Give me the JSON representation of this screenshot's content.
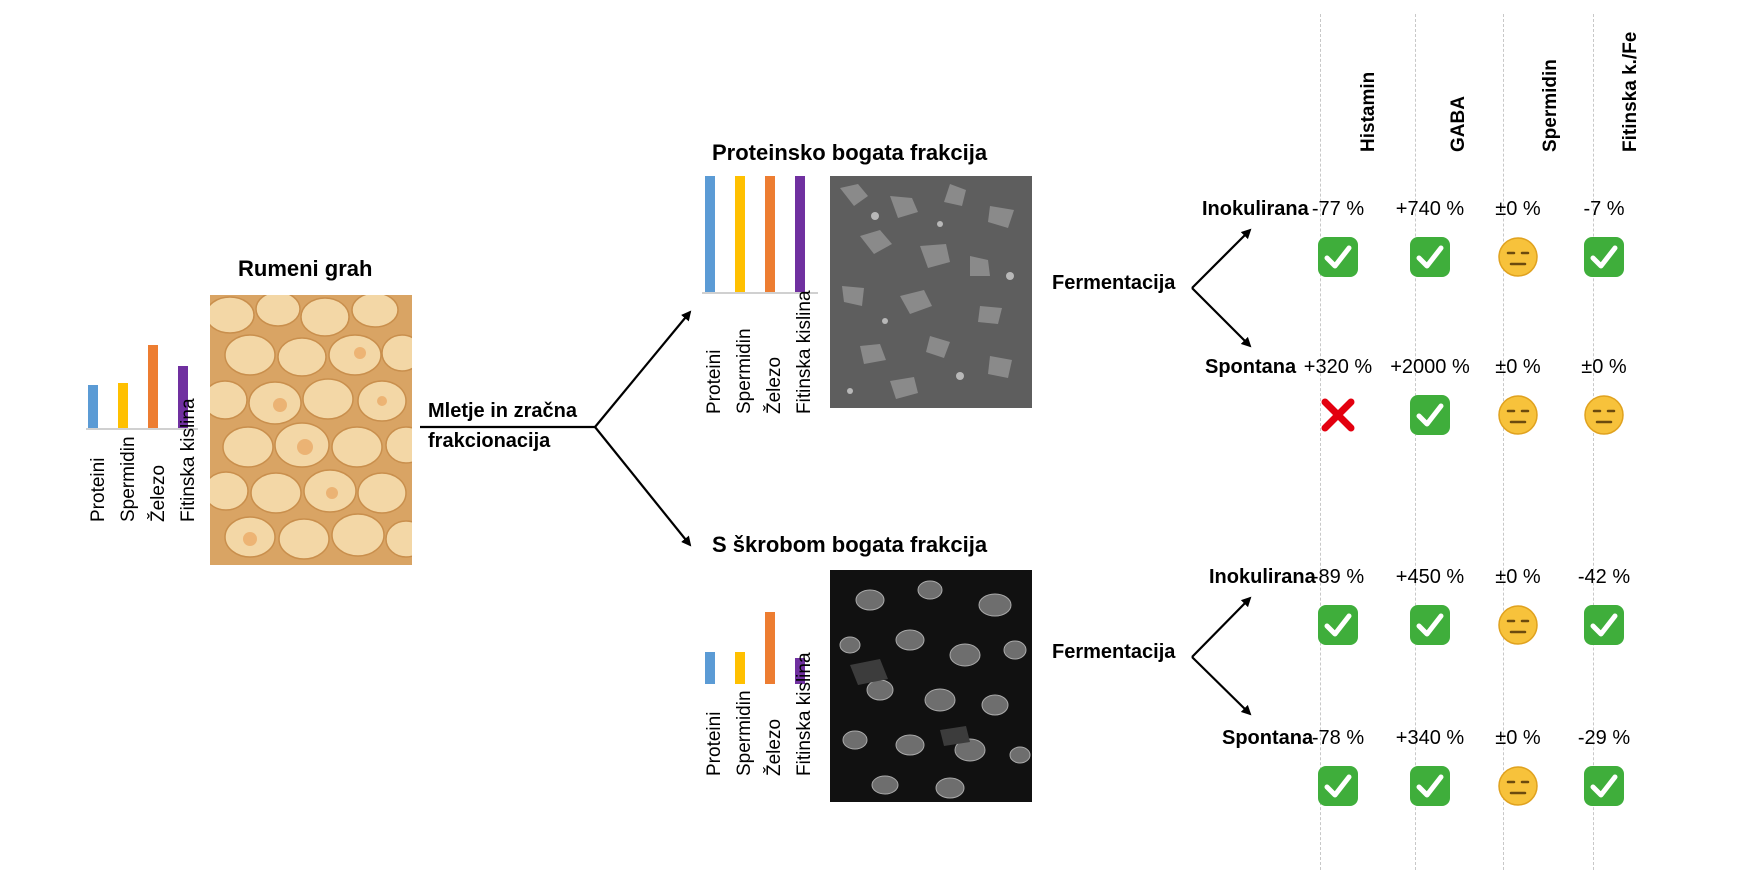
{
  "source": {
    "title": "Rumeni grah",
    "bars": [
      {
        "label": "Proteini",
        "value": 0.45,
        "color": "#5b9bd5"
      },
      {
        "label": "Spermidin",
        "value": 0.47,
        "color": "#ffc000"
      },
      {
        "label": "Železo",
        "value": 0.85,
        "color": "#ed7d31"
      },
      {
        "label": "Fitinska kislina",
        "value": 0.64,
        "color": "#7030a0"
      }
    ]
  },
  "process_label_line1": "Mletje in zračna",
  "process_label_line2": "frakcionacija",
  "fractions": [
    {
      "title": "Proteinsko bogata frakcija",
      "bars": [
        {
          "label": "Proteini",
          "value": 1.0,
          "color": "#5b9bd5"
        },
        {
          "label": "Spermidin",
          "value": 1.0,
          "color": "#ffc000"
        },
        {
          "label": "Železo",
          "value": 1.0,
          "color": "#ed7d31"
        },
        {
          "label": "Fitinska kislina",
          "value": 1.0,
          "color": "#7030a0"
        }
      ],
      "fermentation_label": "Fermentacija",
      "branches": [
        {
          "label": "Inokulirana",
          "values": [
            "-77 %",
            "+740 %",
            "±0 %",
            "-7 %"
          ],
          "icons": [
            "check",
            "check",
            "neutral",
            "check"
          ]
        },
        {
          "label": "Spontana",
          "values": [
            "+320 %",
            "+2000 %",
            "±0 %",
            "±0 %"
          ],
          "icons": [
            "cross",
            "check",
            "neutral",
            "neutral"
          ]
        }
      ]
    },
    {
      "title": "S škrobom bogata frakcija",
      "bars": [
        {
          "label": "Proteini",
          "value": 0.45,
          "color": "#5b9bd5"
        },
        {
          "label": "Spermidin",
          "value": 0.45,
          "color": "#ffc000"
        },
        {
          "label": "Železo",
          "value": 1.0,
          "color": "#ed7d31"
        },
        {
          "label": "Fitinska kislina",
          "value": 0.36,
          "color": "#7030a0"
        }
      ],
      "fermentation_label": "Fermentacija",
      "branches": [
        {
          "label": "Inokulirana",
          "values": [
            "-89 %",
            "+450 %",
            "±0 %",
            "-42 %"
          ],
          "icons": [
            "check",
            "check",
            "neutral",
            "check"
          ]
        },
        {
          "label": "Spontana",
          "values": [
            "-78 %",
            "+340 %",
            "±0 %",
            "-29 %"
          ],
          "icons": [
            "check",
            "check",
            "neutral",
            "check"
          ]
        }
      ]
    }
  ],
  "columns": [
    "Histamin",
    "GABA",
    "Spermidin",
    "Fitinska k./Fe"
  ]
}
